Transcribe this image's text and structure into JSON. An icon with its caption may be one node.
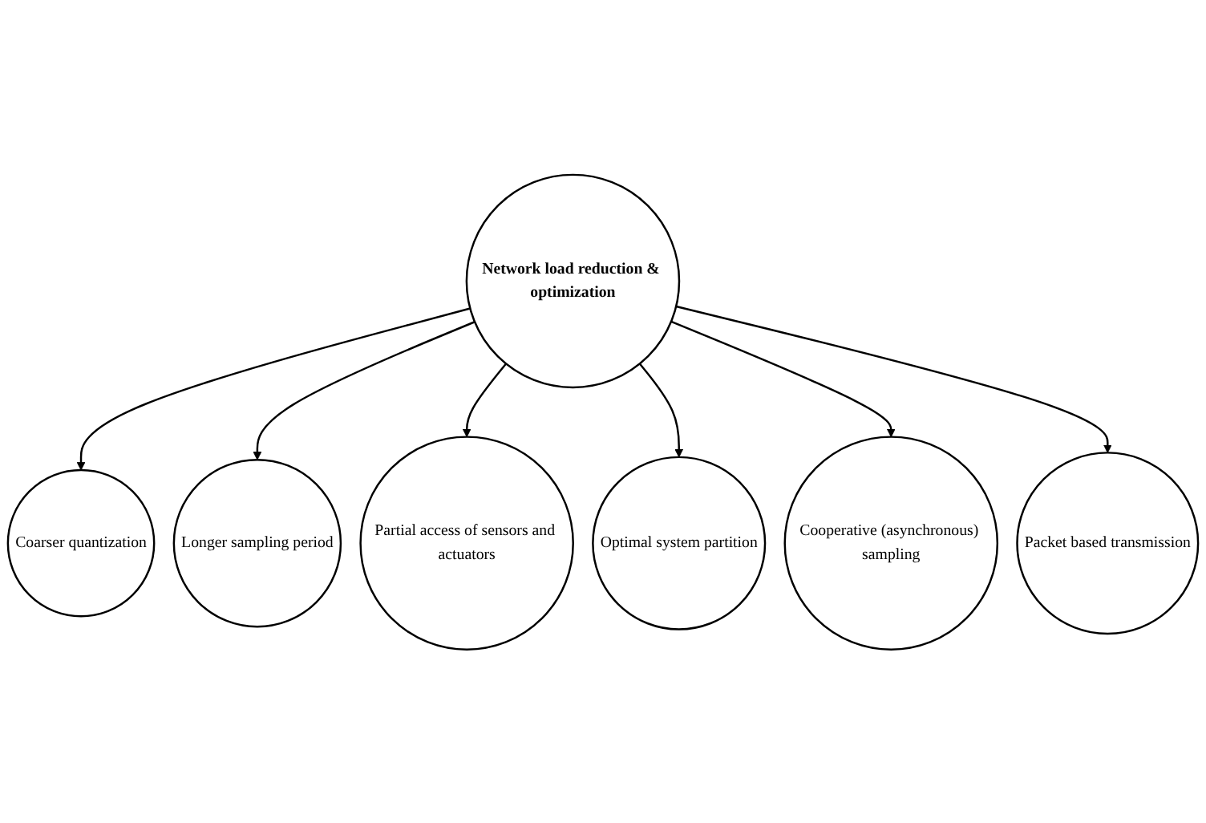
{
  "diagram": {
    "nodes": [
      {
        "text": [
          "Network load reduction & optimization"
        ]
      },
      {
        "text": [
          "Coarser quantization"
        ]
      },
      {
        "text": [
          "Longer sampling period"
        ]
      },
      {
        "text": [
          "Partial access of sensors and actuators"
        ]
      },
      {
        "text": [
          "Optimal system partition"
        ]
      },
      {
        "text": [
          "Cooperative (asynchronous) sampling"
        ]
      },
      {
        "text": [
          "Packet based transmission"
        ]
      }
    ],
    "edges": [
      {
        "from": 0,
        "to": 1,
        "arrow": "to"
      },
      {
        "from": 0,
        "to": 2,
        "arrow": "to"
      },
      {
        "from": 0,
        "to": 3,
        "arrow": "to"
      },
      {
        "from": 0,
        "to": 4,
        "arrow": "to"
      },
      {
        "from": 0,
        "to": 5,
        "arrow": "to"
      },
      {
        "from": 0,
        "to": 6,
        "arrow": "to"
      }
    ]
  }
}
